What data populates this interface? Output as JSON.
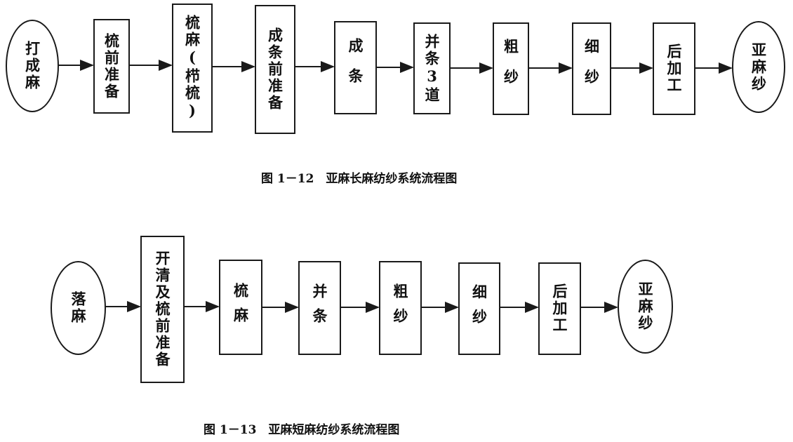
{
  "figure_1_12": {
    "nodes": [
      "打成麻",
      "梳前准备",
      "梳麻(栉梳)",
      "成条前准备",
      "成条",
      "并条3道",
      "粗纱",
      "细纱",
      "后加工",
      "亚麻纱"
    ],
    "caption": "图 1－12　亚麻长麻纺纱系统流程图"
  },
  "figure_1_13": {
    "nodes": [
      "落麻",
      "开清及梳前准备",
      "梳麻",
      "并条",
      "粗纱",
      "细纱",
      "后加工",
      "亚麻纱"
    ],
    "caption": "图 1－13　亚麻短麻纺纱系统流程图"
  }
}
